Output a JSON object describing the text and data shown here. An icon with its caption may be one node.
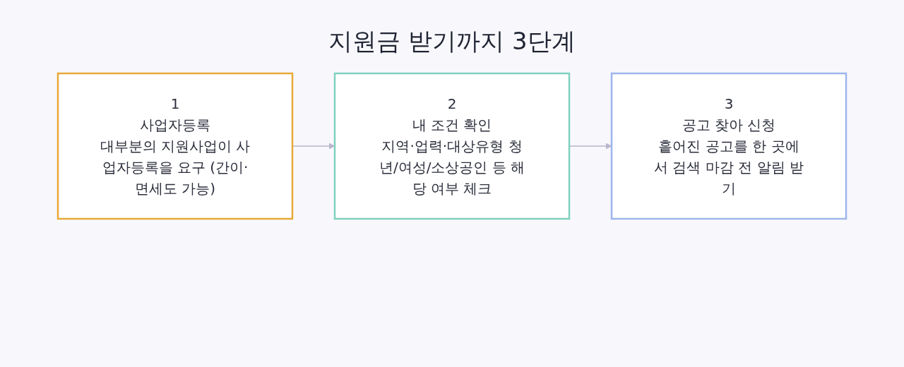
{
  "diagram": {
    "title": "지원금 받기까지 3단계",
    "nodes": [
      {
        "text": [
          "1",
          "사업자등록",
          "대부분의 지원사업이 사업자등록을 요구 (간이·면세도 가능)"
        ]
      },
      {
        "text": [
          "2",
          "내 조건 확인",
          "지역·업력·대상유형 청년/여성/소상공인 등 해당 여부 체크"
        ]
      },
      {
        "text": [
          "3",
          "공고 찾아 신청",
          "흩어진 공고를 한 곳에서 검색 마감 전 알림 받기"
        ]
      }
    ],
    "edges": [
      {
        "from": 0,
        "to": 1,
        "arrow": "to"
      },
      {
        "from": 1,
        "to": 2,
        "arrow": "to"
      }
    ]
  }
}
